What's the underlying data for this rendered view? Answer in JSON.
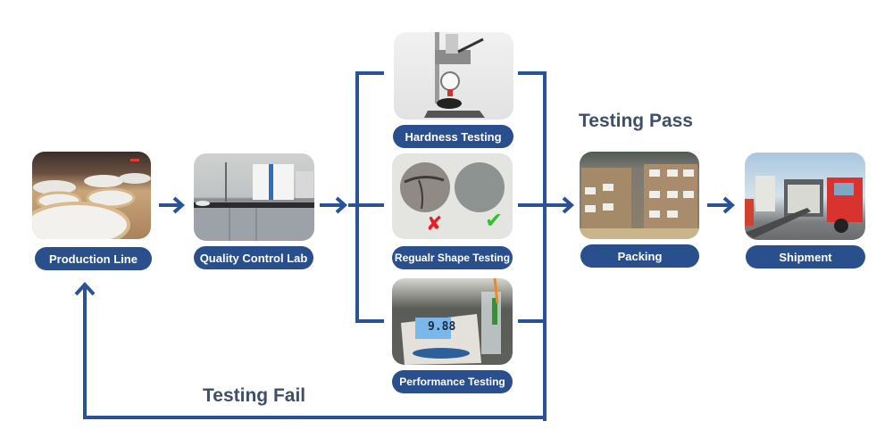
{
  "diagram": {
    "stages": [
      {
        "id": "production",
        "label": "Production Line",
        "photo": "white granular balls in round wooden trays"
      },
      {
        "id": "qc-lab",
        "label": "Quality Control Lab",
        "photo": "lab bench with drying oven"
      }
    ],
    "tests": [
      {
        "id": "hardness",
        "label": "Hardness Testing",
        "photo": "durometer hardness tester"
      },
      {
        "id": "shape",
        "label": "Regualr Shape Testing",
        "photo": "cracked ball vs round ball",
        "marks": {
          "fail": "✘",
          "pass": "✔"
        }
      },
      {
        "id": "performance",
        "label": "Performance Testing",
        "photo": "pH meter reading",
        "display": "9.88"
      }
    ],
    "outcomes": [
      {
        "id": "packing",
        "label": "Packing",
        "photo": "pallets of boxes"
      },
      {
        "id": "shipment",
        "label": "Shipment",
        "photo": "red truck loading container"
      }
    ],
    "pass_label": "Testing Pass",
    "fail_label": "Testing Fail",
    "colors": {
      "line": "#2a5297",
      "pill": "#2a4f8d",
      "title": "#3f4f6a",
      "fail": "#e81c24",
      "pass": "#2fbf2f"
    }
  }
}
